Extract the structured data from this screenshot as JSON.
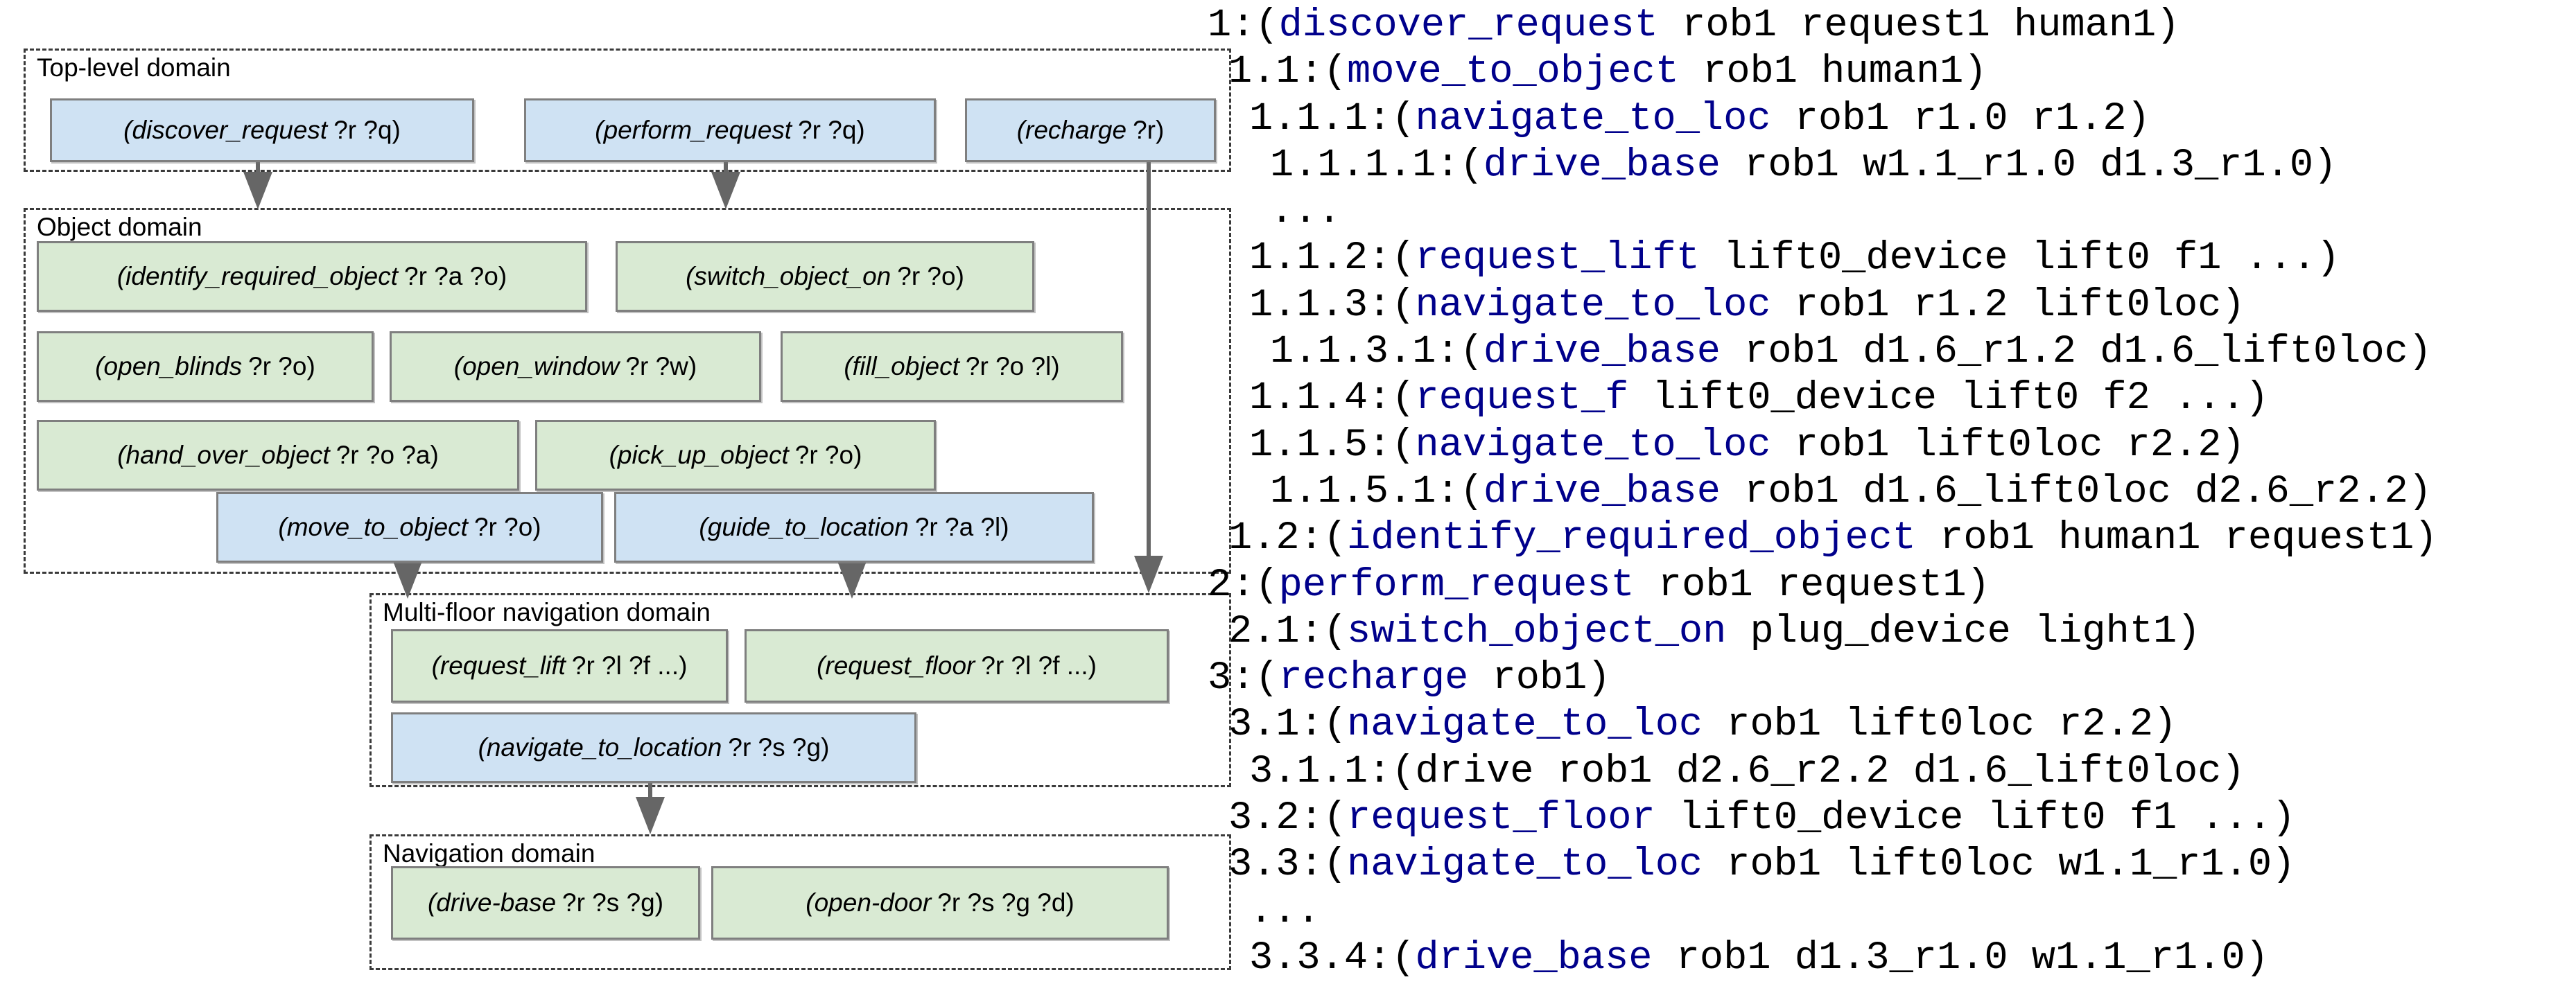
{
  "colors": {
    "method_fill": "#cfe2f3",
    "primitive_fill": "#d9ead3",
    "node_border": "#7f7f7f",
    "arrow": "#666666",
    "trace_highlight": "#00008b",
    "trace_text": "#000000"
  },
  "diagram": {
    "domains": {
      "top_level": {
        "label": "Top-level domain"
      },
      "object": {
        "label": "Object domain"
      },
      "multi_floor": {
        "label": "Multi-floor navigation domain"
      },
      "navigation": {
        "label": "Navigation domain"
      }
    },
    "nodes": {
      "discover_request": {
        "name": "(discover_request",
        "params": "?r ?q)",
        "kind": "method"
      },
      "perform_request": {
        "name": "(perform_request",
        "params": "?r ?q)",
        "kind": "method"
      },
      "recharge": {
        "name": "(recharge",
        "params": "?r)",
        "kind": "method"
      },
      "identify_required_object": {
        "name": "(identify_required_object",
        "params": "?r ?a ?o)",
        "kind": "primitive"
      },
      "switch_object_on": {
        "name": "(switch_object_on",
        "params": "?r ?o)",
        "kind": "primitive"
      },
      "open_blinds": {
        "name": "(open_blinds",
        "params": "?r ?o)",
        "kind": "primitive"
      },
      "open_window": {
        "name": "(open_window",
        "params": "?r ?w)",
        "kind": "primitive"
      },
      "fill_object": {
        "name": "(fill_object",
        "params": "?r ?o ?l)",
        "kind": "primitive"
      },
      "hand_over_object": {
        "name": "(hand_over_object",
        "params": "?r ?o ?a)",
        "kind": "primitive"
      },
      "pick_up_object": {
        "name": "(pick_up_object",
        "params": "?r ?o)",
        "kind": "primitive"
      },
      "move_to_object": {
        "name": "(move_to_object",
        "params": "?r ?o)",
        "kind": "method"
      },
      "guide_to_location": {
        "name": "(guide_to_location",
        "params": "?r ?a ?l)",
        "kind": "method"
      },
      "request_lift": {
        "name": "(request_lift",
        "params": "?r ?l ?f ...)",
        "kind": "primitive"
      },
      "request_floor": {
        "name": "(request_floor",
        "params": "?r ?l ?f ...)",
        "kind": "primitive"
      },
      "navigate_to_location": {
        "name": "(navigate_to_location",
        "params": "?r ?s ?g)",
        "kind": "method"
      },
      "drive_base": {
        "name": "(drive-base",
        "params": "?r ?s ?g)",
        "kind": "primitive"
      },
      "open_door": {
        "name": "(open-door",
        "params": "?r ?s ?g ?d)",
        "kind": "primitive"
      }
    }
  },
  "trace": {
    "lines": [
      {
        "indent": 0,
        "segments": [
          {
            "text": "1:(",
            "color": "black"
          },
          {
            "text": "discover_request",
            "color": "blue"
          },
          {
            "text": " rob1 request1 human1)",
            "color": "black"
          }
        ]
      },
      {
        "indent": 1,
        "segments": [
          {
            "text": "1.1:(",
            "color": "black"
          },
          {
            "text": "move_to_object",
            "color": "blue"
          },
          {
            "text": " rob1 human1)",
            "color": "black"
          }
        ]
      },
      {
        "indent": 2,
        "segments": [
          {
            "text": "1.1.1:(",
            "color": "black"
          },
          {
            "text": "navigate_to_loc",
            "color": "blue"
          },
          {
            "text": " rob1 r1.0 r1.2)",
            "color": "black"
          }
        ]
      },
      {
        "indent": 3,
        "segments": [
          {
            "text": "1.1.1.1:(",
            "color": "black"
          },
          {
            "text": "drive_base",
            "color": "blue"
          },
          {
            "text": " rob1 w1.1_r1.0 d1.3_r1.0)",
            "color": "black"
          }
        ]
      },
      {
        "indent": 3,
        "segments": [
          {
            "text": "...",
            "color": "black"
          }
        ]
      },
      {
        "indent": 2,
        "segments": [
          {
            "text": "1.1.2:(",
            "color": "black"
          },
          {
            "text": "request_lift",
            "color": "blue"
          },
          {
            "text": " lift0_device lift0 f1 ...)",
            "color": "black"
          }
        ]
      },
      {
        "indent": 2,
        "segments": [
          {
            "text": "1.1.3:(",
            "color": "black"
          },
          {
            "text": "navigate_to_loc",
            "color": "blue"
          },
          {
            "text": " rob1 r1.2 lift0loc)",
            "color": "black"
          }
        ]
      },
      {
        "indent": 3,
        "segments": [
          {
            "text": "1.1.3.1:(",
            "color": "black"
          },
          {
            "text": "drive_base",
            "color": "blue"
          },
          {
            "text": " rob1 d1.6_r1.2 d1.6_lift0loc)",
            "color": "black"
          }
        ]
      },
      {
        "indent": 2,
        "segments": [
          {
            "text": "1.1.4:(",
            "color": "black"
          },
          {
            "text": "request_f",
            "color": "blue"
          },
          {
            "text": " lift0_device lift0 f2 ...)",
            "color": "black"
          }
        ]
      },
      {
        "indent": 2,
        "segments": [
          {
            "text": "1.1.5:(",
            "color": "black"
          },
          {
            "text": "navigate_to_loc",
            "color": "blue"
          },
          {
            "text": " rob1 lift0loc r2.2)",
            "color": "black"
          }
        ]
      },
      {
        "indent": 3,
        "segments": [
          {
            "text": "1.1.5.1:(",
            "color": "black"
          },
          {
            "text": "drive_base",
            "color": "blue"
          },
          {
            "text": " rob1 d1.6_lift0loc d2.6_r2.2)",
            "color": "black"
          }
        ]
      },
      {
        "indent": 1,
        "segments": [
          {
            "text": "1.2:(",
            "color": "black"
          },
          {
            "text": "identify_required_object",
            "color": "blue"
          },
          {
            "text": " rob1 human1 request1)",
            "color": "black"
          }
        ]
      },
      {
        "indent": 0,
        "segments": [
          {
            "text": "2:(",
            "color": "black"
          },
          {
            "text": "perform_request",
            "color": "blue"
          },
          {
            "text": " rob1 request1)",
            "color": "black"
          }
        ]
      },
      {
        "indent": 1,
        "segments": [
          {
            "text": "2.1:(",
            "color": "black"
          },
          {
            "text": "switch_object_on",
            "color": "blue"
          },
          {
            "text": " plug_device light1)",
            "color": "black"
          }
        ]
      },
      {
        "indent": 0,
        "segments": [
          {
            "text": "3:(",
            "color": "black"
          },
          {
            "text": "recharge",
            "color": "blue"
          },
          {
            "text": " rob1)",
            "color": "black"
          }
        ]
      },
      {
        "indent": 1,
        "segments": [
          {
            "text": "3.1:(",
            "color": "black"
          },
          {
            "text": "navigate_to_loc",
            "color": "blue"
          },
          {
            "text": " rob1 lift0loc r2.2)",
            "color": "black"
          }
        ]
      },
      {
        "indent": 2,
        "segments": [
          {
            "text": "3.1.1:(drive rob1 d2.6_r2.2 d1.6_lift0loc)",
            "color": "black"
          }
        ]
      },
      {
        "indent": 1,
        "segments": [
          {
            "text": "3.2:(",
            "color": "black"
          },
          {
            "text": "request_floor",
            "color": "blue"
          },
          {
            "text": " lift0_device lift0 f1 ...)",
            "color": "black"
          }
        ]
      },
      {
        "indent": 1,
        "segments": [
          {
            "text": "3.3:(",
            "color": "black"
          },
          {
            "text": "navigate_to_loc",
            "color": "blue"
          },
          {
            "text": " rob1 lift0loc w1.1_r1.0)",
            "color": "black"
          }
        ]
      },
      {
        "indent": 2,
        "segments": [
          {
            "text": "...",
            "color": "black"
          }
        ]
      },
      {
        "indent": 2,
        "segments": [
          {
            "text": "3.3.4:(",
            "color": "black"
          },
          {
            "text": "drive_base",
            "color": "blue"
          },
          {
            "text": " rob1 d1.3_r1.0 w1.1_r1.0)",
            "color": "black"
          }
        ]
      }
    ]
  }
}
